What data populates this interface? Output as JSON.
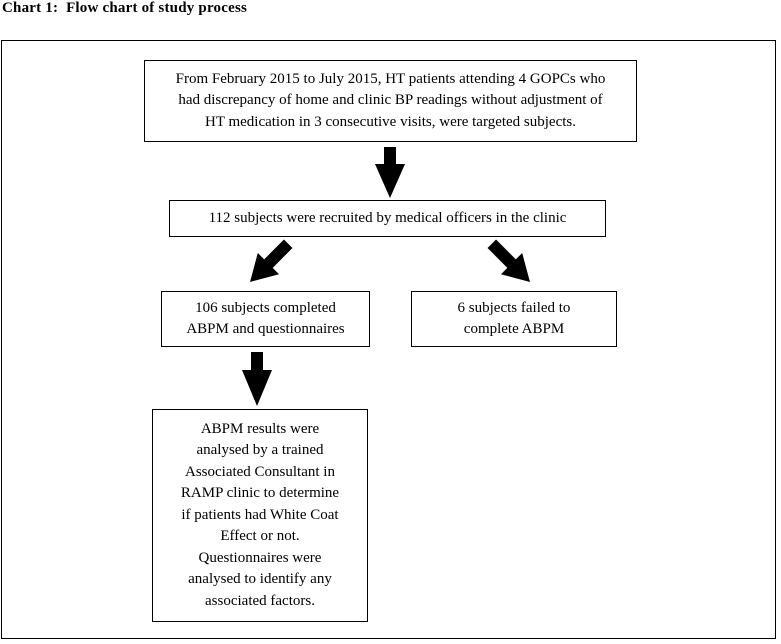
{
  "title": "Chart 1:  Flow chart of study process",
  "nodes": {
    "recruitment_criteria": [
      "From February 2015 to July 2015, HT patients attending 4 GOPCs who",
      "had discrepancy of home and clinic BP readings without adjustment of",
      "HT medication in 3 consecutive visits, were targeted subjects."
    ],
    "recruited": [
      "112 subjects were recruited by medical officers in the clinic"
    ],
    "completed": [
      "106 subjects completed",
      "ABPM and questionnaires"
    ],
    "failed": [
      "6 subjects failed to",
      "complete ABPM"
    ],
    "analysis": [
      "ABPM results were",
      "analysed by a trained",
      "Associated Consultant in",
      "RAMP clinic to determine",
      "if patients had White Coat",
      "Effect or not.",
      "Questionnaires were",
      "analysed to identify any",
      "associated factors."
    ]
  }
}
